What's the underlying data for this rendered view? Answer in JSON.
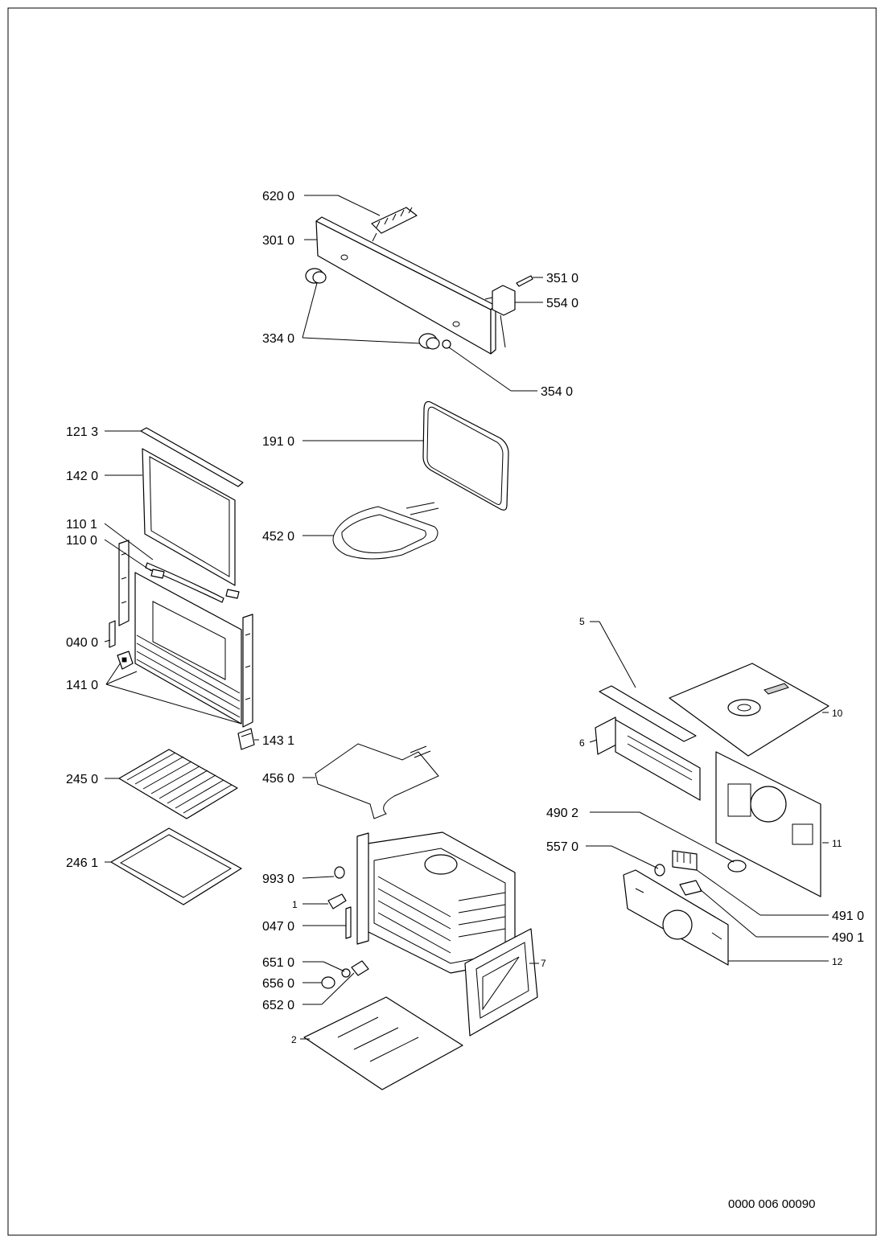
{
  "diagram": {
    "labels": {
      "p6200": "620 0",
      "p3010": "301 0",
      "p3510": "351 0",
      "p5540": "554 0",
      "p3340": "334 0",
      "p3540": "354 0",
      "p1213": "121 3",
      "p1420": "142 0",
      "p1910": "191 0",
      "p1101": "110 1",
      "p1100": "110 0",
      "p4520": "452 0",
      "p0400": "040 0",
      "p1410": "141 0",
      "p1431": "143 1",
      "p2450": "245 0",
      "p4560": "456 0",
      "p2461": "246 1",
      "p9930": "993 0",
      "p1": "1",
      "p0470": "047 0",
      "p6510": "651 0",
      "p6560": "656 0",
      "p6520": "652 0",
      "p2": "2",
      "p7": "7",
      "p5": "5",
      "p6": "6",
      "p10": "10",
      "p11": "11",
      "p4902": "490 2",
      "p5570": "557 0",
      "p4910": "491 0",
      "p4901": "490 1",
      "p12": "12"
    },
    "reference_number": "0000 006 00090"
  }
}
